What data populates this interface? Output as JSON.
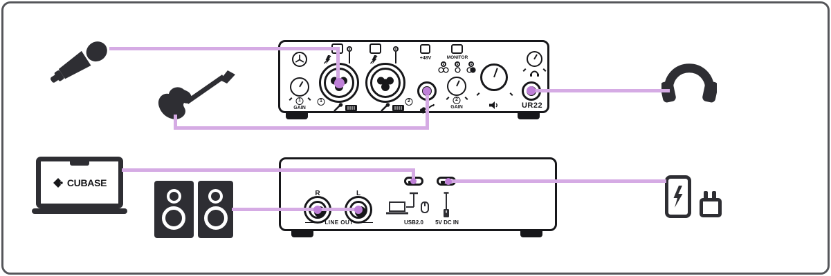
{
  "colors": {
    "cable": "#d5abe4",
    "plug": "#bf80d8",
    "icon_dark": "#2e2e33",
    "outline": "#17171a",
    "frame_border": "#55565a"
  },
  "front_panel": {
    "model_label": "UR22",
    "phantom_button_label": "+48V",
    "monitor_section_label": "MONITOR",
    "input1": {
      "number": "1"
    },
    "input2": {
      "number": "2"
    },
    "gain1": {
      "number": "1",
      "label": "GAIN"
    },
    "gain2": {
      "number": "2",
      "label": "GAIN"
    }
  },
  "rear_panel": {
    "line_out_r_label": "R",
    "line_out_l_label": "L",
    "line_out_label": "LINE OUT",
    "usb_label": "USB2.0",
    "dc_in_label": "5V DC IN"
  },
  "peripherals": {
    "laptop_app_label": "CUBASE"
  },
  "icons": {
    "brand_logo": "tuning-fork-logo-icon",
    "pad_switch": "pad-switch-icon",
    "mic_input": "microphone-symbol-icon",
    "line_input": "line-symbol-icon",
    "hi_z": "guitar-symbol-icon",
    "stereo_mode": "stereo-circles-icon",
    "mono_mode": "mono-circle-icon",
    "mix_mode": "overlap-circles-icon",
    "output_volume": "speaker-volume-icon",
    "phones": "headphone-symbol-icon",
    "usb_host": "laptop-usb-icon",
    "dc_plug": "dc-plug-icon",
    "microphone": "microphone-icon",
    "guitar": "electric-guitar-icon",
    "headphones": "headphones-icon",
    "laptop": "laptop-cubase-icon",
    "speakers": "studio-monitors-icon",
    "power_bank": "battery-charger-icon",
    "power_adapter": "usb-power-adapter-icon"
  }
}
